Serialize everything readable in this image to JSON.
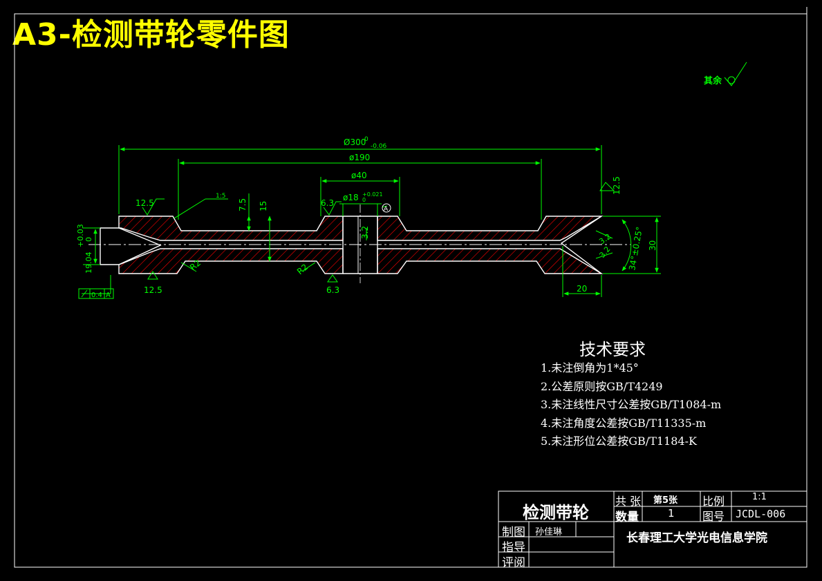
{
  "title": "A3-检测带轮零件图",
  "surface_finish": {
    "rest_label": "其余",
    "values": [
      "12.5",
      "12.5",
      "6.3",
      "6.3",
      "12.5"
    ]
  },
  "dimensions": {
    "d300": "Ø300",
    "d300_tol_upper": "0",
    "d300_tol_lower": "-0.06",
    "d190": "ø190",
    "d40": "ø40",
    "d18": "ø18",
    "d18_tol_upper": "+0.021",
    "d18_tol_lower": "0",
    "datum": "A",
    "chamfer": "1:5",
    "h7_5": "7.5",
    "h15": "15",
    "h3_2": "3.2",
    "left_tol_upper": "+0.03",
    "left_tol_lower": "0",
    "left_dim": "19.04",
    "r2_a": "R2",
    "r2_b": "R2",
    "r3_2_a": "3.2",
    "r3_2_b": "3.2",
    "angle": "34°±0.25°",
    "w30": "30",
    "w20": "20",
    "runout_tol": "0.4",
    "runout_datum": "A"
  },
  "tech_requirements": {
    "heading": "技术要求",
    "items": [
      "1.未注倒角为1*45°",
      "2.公差原则按GB/T4249",
      "3.未注线性尺寸公差按GB/T1084-m",
      "4.未注角度公差按GB/T11335-m",
      "5.未注形位公差按GB/T1184-K"
    ]
  },
  "title_block": {
    "part_name": "检测带轮",
    "total_label": "共",
    "total_unit": "张",
    "sheet": "第5张",
    "scale_label": "比例",
    "scale_value": "1:1",
    "qty_label": "数量",
    "qty_value": "1",
    "drawing_no_label": "图号",
    "drawing_no_value": "JCDL-006",
    "drawn_label": "制图",
    "drawn_name": "孙佳琳",
    "guide_label": "指导",
    "review_label": "评阅",
    "institution": "长春理工大学光电信息学院"
  },
  "colors": {
    "background": "#000000",
    "title": "#ffff00",
    "dimension": "#00ff00",
    "outline": "#ffffff",
    "hatch": "#ff0000",
    "centerline": "#ffffff"
  }
}
